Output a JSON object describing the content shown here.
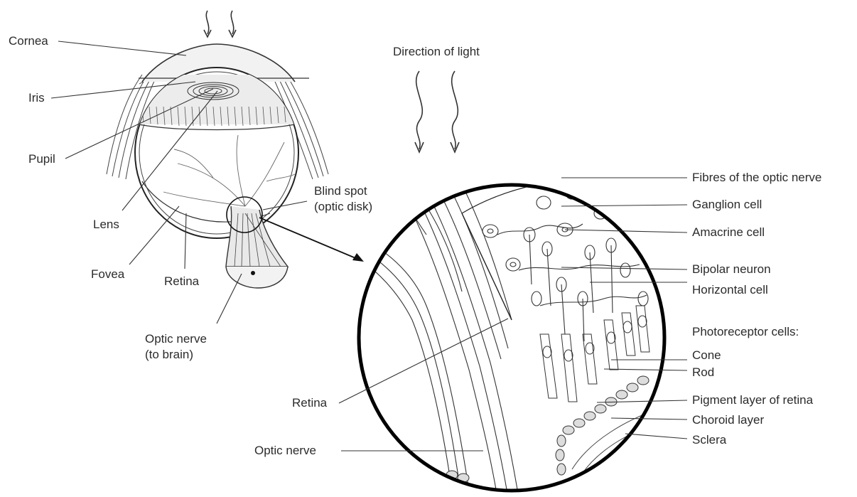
{
  "eye_labels": {
    "cornea": "Cornea",
    "iris": "Iris",
    "pupil": "Pupil",
    "lens": "Lens",
    "fovea": "Fovea",
    "retina": "Retina",
    "optic_nerve": "Optic nerve\n(to brain)",
    "blind_spot": "Blind spot\n(optic disk)"
  },
  "direction_of_light": "Direction of light",
  "detail_labels": {
    "fibres": "Fibres of the optic nerve",
    "ganglion": "Ganglion cell",
    "amacrine": "Amacrine cell",
    "bipolar": "Bipolar neuron",
    "horizontal": "Horizontal cell",
    "photoreceptor_heading": "Photoreceptor cells:",
    "cone": "Cone",
    "rod": "Rod",
    "pigment": "Pigment layer of retina",
    "choroid": "Choroid layer",
    "sclera": "Sclera",
    "retina": "Retina",
    "optic_nerve": "Optic nerve"
  }
}
